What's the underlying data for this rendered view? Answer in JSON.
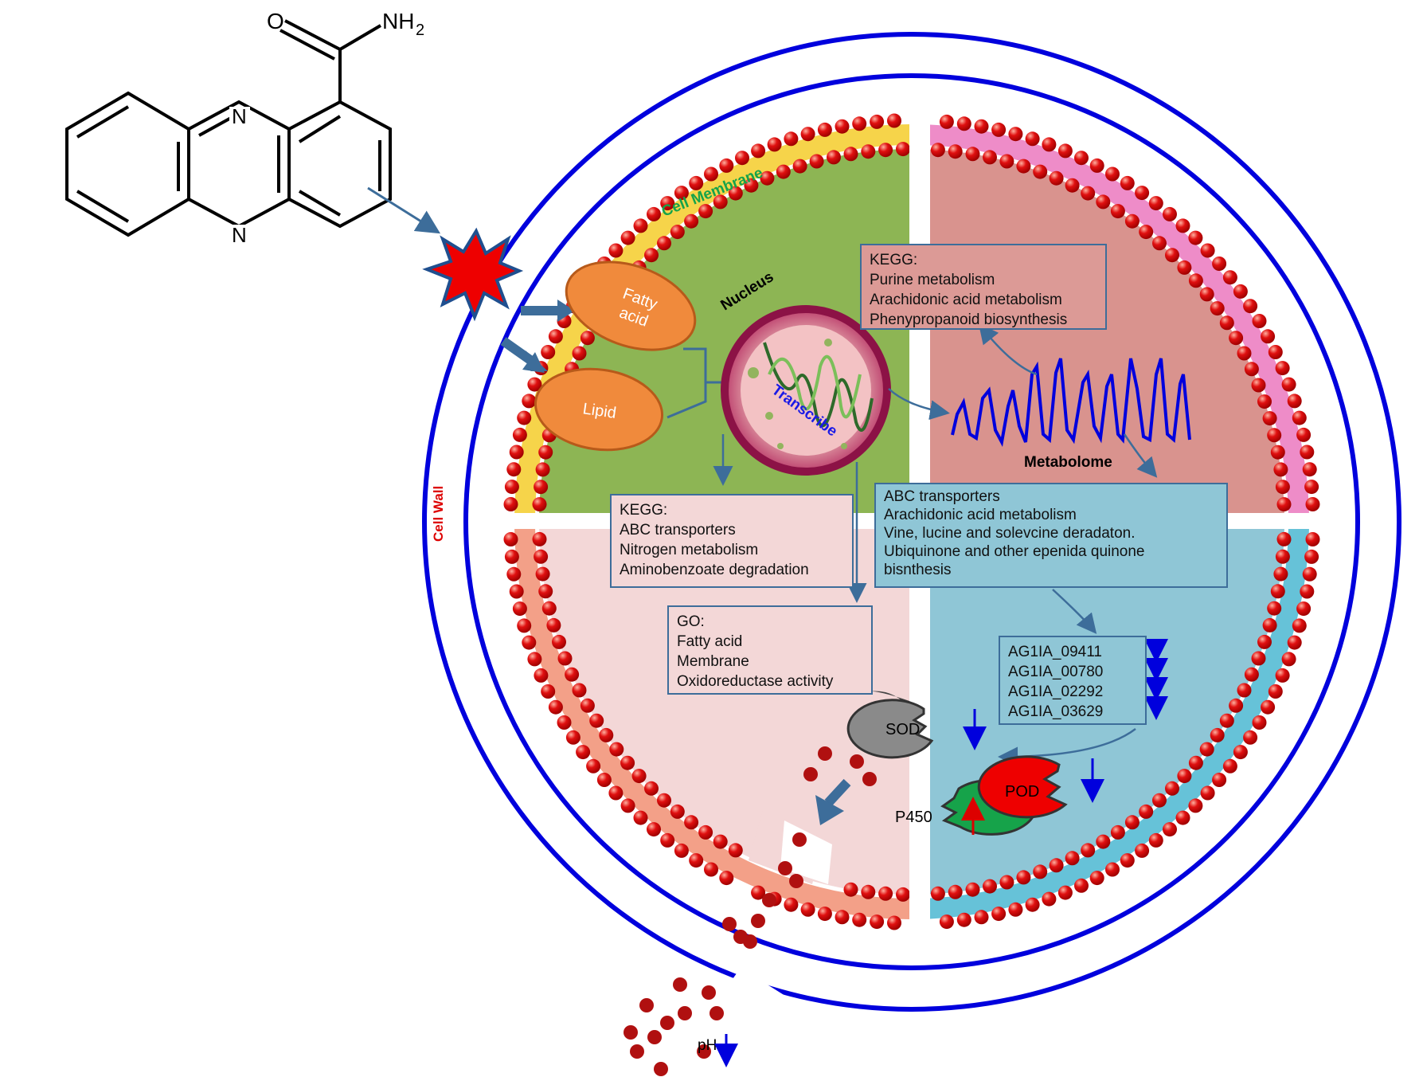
{
  "molecule": {
    "carbonyl_o": "O",
    "amine": "NH",
    "amine_subscript": "2",
    "ring_n_top": "N",
    "ring_n_bottom": "N"
  },
  "labels": {
    "cell_membrane": "Cell Membrane",
    "cell_wall": "Cell Wall",
    "nucleus": "Nucleus",
    "transcribe": "Transcribe",
    "metabolome": "Metabolome",
    "fatty_acid_line1": "Fatty",
    "fatty_acid_line2": "acid",
    "lipid": "Lipid",
    "ph": "pH"
  },
  "boxes": {
    "kegg_metabolome": {
      "lines": [
        "KEGG:",
        "Purine metabolism",
        "Arachidonic acid metabolism",
        "Phenypropanoid biosynthesis"
      ]
    },
    "kegg_transcriptome": {
      "lines": [
        "KEGG:",
        "ABC transporters",
        "Nitrogen metabolism",
        "Aminobenzoate degradation"
      ]
    },
    "go_terms": {
      "lines": [
        "GO:",
        "Fatty acid",
        "Membrane",
        "Oxidoreductase activity"
      ]
    },
    "joint_pathways": {
      "lines": [
        "ABC transporters",
        "Arachidonic acid metabolism",
        "Vine, lucine and solevcine deradaton.",
        "Ubiquinone and other epenida quinone",
        "bisnthesis"
      ]
    },
    "genes": {
      "lines": [
        "AG1IA_09411",
        "AG1IA_00780",
        "AG1IA_02292",
        "AG1IA_03629"
      ]
    }
  },
  "enzymes": [
    {
      "label": "SOD",
      "trend": "down"
    },
    {
      "label": "P450",
      "trend": "up"
    },
    {
      "label": "POD",
      "trend": "down"
    }
  ],
  "colors": {
    "wall": "#0000dd",
    "bead": "#d40000",
    "quadrant_nucleus": "#8db554",
    "quadrant_metabolome": "#d9938e",
    "quadrant_pink": "#f3d7d7",
    "quadrant_blue": "#8fc6d6",
    "accent_arrow": "#3d6d9a",
    "orange_oval": "#f08a3c"
  }
}
